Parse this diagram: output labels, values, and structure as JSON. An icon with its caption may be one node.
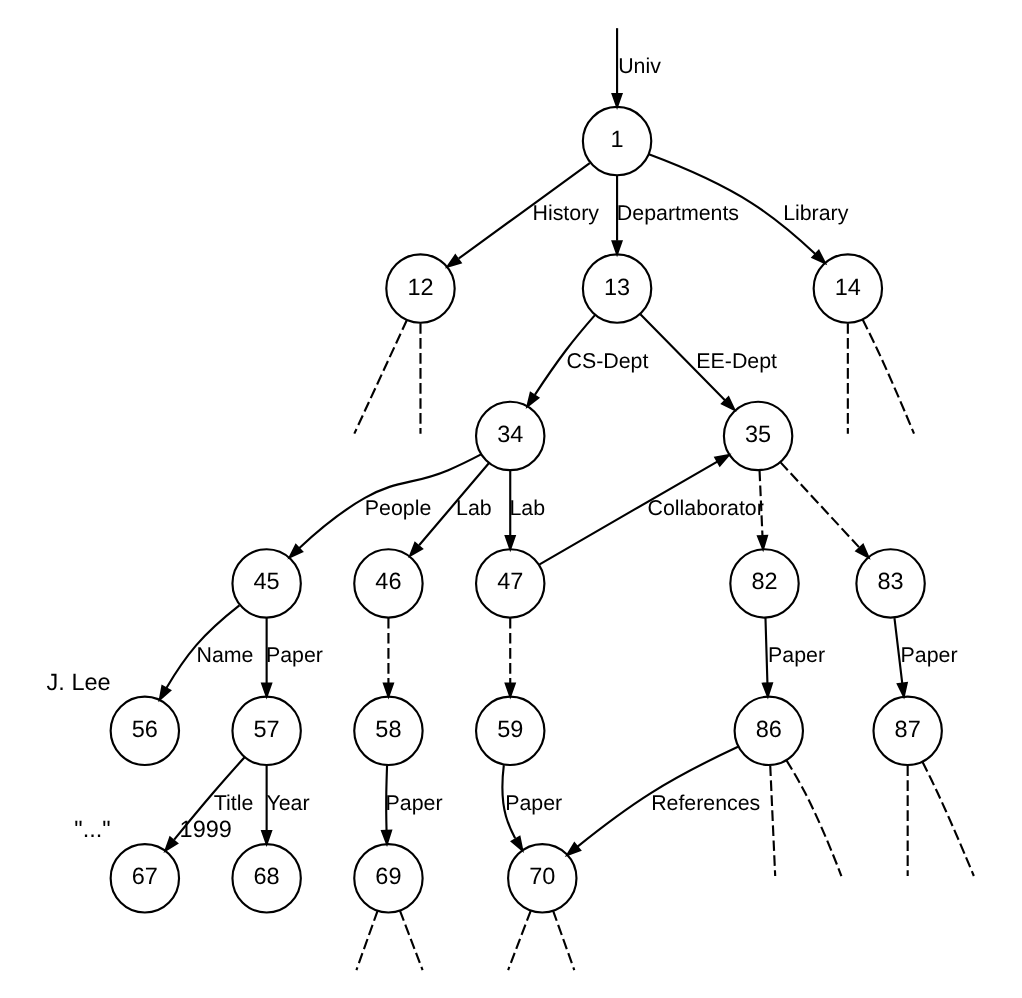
{
  "diagram": {
    "nodes": [
      {
        "text": [
          "1"
        ]
      },
      {
        "text": [
          "12"
        ]
      },
      {
        "text": [
          "13"
        ]
      },
      {
        "text": [
          "14"
        ]
      },
      {
        "text": [
          "34"
        ]
      },
      {
        "text": [
          "35"
        ]
      },
      {
        "text": [
          "45"
        ]
      },
      {
        "text": [
          "46"
        ]
      },
      {
        "text": [
          "47"
        ]
      },
      {
        "text": [
          "83"
        ]
      },
      {
        "text": [
          "56"
        ],
        "beside": [
          "J. Lee"
        ]
      },
      {
        "text": [
          "57"
        ]
      },
      {
        "text": [
          "58"
        ]
      },
      {
        "text": [
          "82"
        ]
      },
      {
        "text": [
          "59"
        ]
      },
      {
        "text": [
          "87"
        ]
      },
      {
        "text": [
          "67"
        ],
        "beside": [
          "\"...\""
        ]
      },
      {
        "text": [
          "68"
        ],
        "beside": [
          "1999"
        ]
      },
      {
        "text": [
          "69"
        ]
      },
      {
        "text": [
          "86"
        ]
      },
      {
        "text": [
          "70"
        ]
      }
    ],
    "edges": [
      {
        "from": null,
        "to": 0,
        "arrow": "to",
        "label": "Univ"
      },
      {
        "from": 0,
        "to": 1,
        "arrow": "to",
        "label": "History"
      },
      {
        "from": 0,
        "to": 2,
        "arrow": "to",
        "label": "Departments"
      },
      {
        "from": 0,
        "to": 3,
        "arrow": "to",
        "label": "Library"
      },
      {
        "from": 2,
        "to": 4,
        "arrow": "to",
        "label": "CS-Dept"
      },
      {
        "from": 2,
        "to": 5,
        "arrow": "to",
        "label": "EE-Dept"
      },
      {
        "from": 4,
        "to": 6,
        "arrow": "to",
        "label": "People"
      },
      {
        "from": 4,
        "to": 7,
        "arrow": "to",
        "label": "Lab"
      },
      {
        "from": 4,
        "to": 8,
        "arrow": "to",
        "label": "Lab"
      },
      {
        "from": 6,
        "to": 10,
        "arrow": "to",
        "label": "Name"
      },
      {
        "from": 6,
        "to": 11,
        "arrow": "to",
        "label": "Paper"
      },
      {
        "from": 11,
        "to": 16,
        "arrow": "to",
        "label": "Title"
      },
      {
        "from": 11,
        "to": 17,
        "arrow": "to",
        "label": "Year"
      },
      {
        "from": 7,
        "to": 12,
        "arrow": "to",
        "style": "dashed"
      },
      {
        "from": 12,
        "to": 18,
        "arrow": "to",
        "label": "Paper"
      },
      {
        "from": 8,
        "to": 14,
        "arrow": "to",
        "style": "dashed"
      },
      {
        "from": 14,
        "to": 20,
        "arrow": "to",
        "label": "Paper"
      },
      {
        "from": 5,
        "to": 13,
        "arrow": "to",
        "style": "dashed"
      },
      {
        "from": 5,
        "to": 9,
        "arrow": "to",
        "style": "dashed"
      },
      {
        "from": 13,
        "to": 19,
        "arrow": "to",
        "label": "Paper"
      },
      {
        "from": 9,
        "to": 15,
        "arrow": "to",
        "label": "Paper"
      },
      {
        "from": 19,
        "to": 20,
        "arrow": "to",
        "label": "References"
      },
      {
        "from": 8,
        "to": 5,
        "arrow": "to",
        "label": "Collaborator"
      },
      {
        "from": 1,
        "to": null,
        "arrow": "none",
        "style": "dashed"
      },
      {
        "from": 1,
        "to": null,
        "arrow": "none",
        "style": "dashed"
      },
      {
        "from": 3,
        "to": null,
        "arrow": "none",
        "style": "dashed"
      },
      {
        "from": 3,
        "to": null,
        "arrow": "none",
        "style": "dashed"
      },
      {
        "from": 18,
        "to": null,
        "arrow": "none",
        "style": "dashed"
      },
      {
        "from": 18,
        "to": null,
        "arrow": "none",
        "style": "dashed"
      },
      {
        "from": 20,
        "to": null,
        "arrow": "none",
        "style": "dashed"
      },
      {
        "from": 20,
        "to": null,
        "arrow": "none",
        "style": "dashed"
      },
      {
        "from": 19,
        "to": null,
        "arrow": "none",
        "style": "dashed"
      },
      {
        "from": 19,
        "to": null,
        "arrow": "none",
        "style": "dashed"
      },
      {
        "from": 15,
        "to": null,
        "arrow": "none",
        "style": "dashed"
      },
      {
        "from": 15,
        "to": null,
        "arrow": "none",
        "style": "dashed"
      }
    ]
  }
}
